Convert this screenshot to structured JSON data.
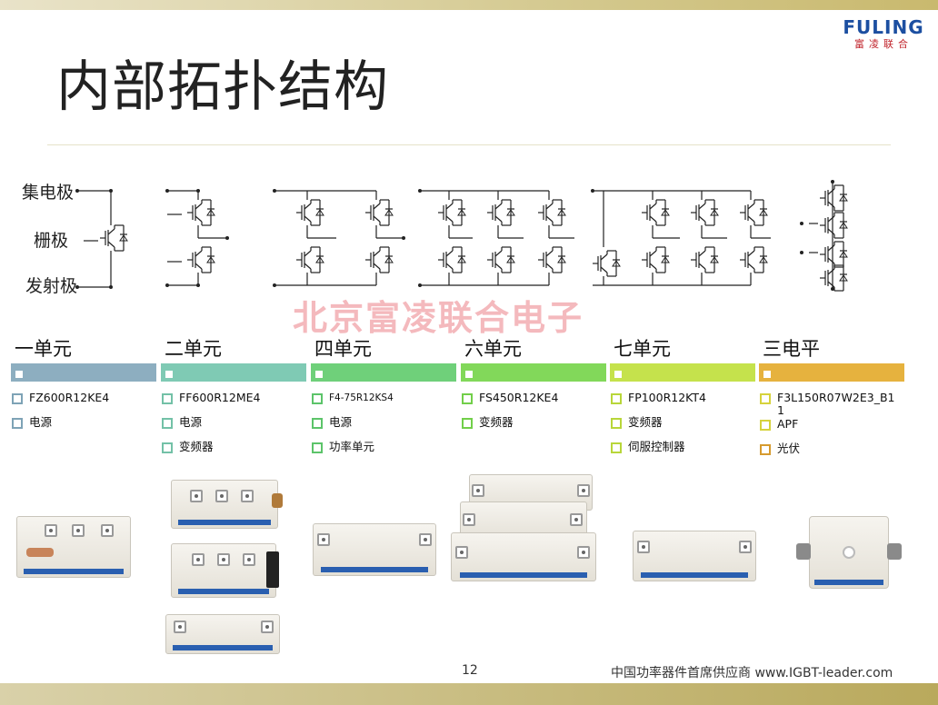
{
  "logo": {
    "main": "FULING",
    "sub": "富凌联合"
  },
  "page_title": "内部拓扑结构",
  "watermark": "北京富凌联合电子",
  "terminals": {
    "collector": "集电极",
    "gate": "栅极",
    "emitter": "发射极"
  },
  "columns": [
    {
      "title": "一单元",
      "color": "#8daec0",
      "items": [
        "FZ600R12KE4",
        "电源"
      ],
      "box_colors": [
        "#7ea3b6",
        "#7ea3b6"
      ]
    },
    {
      "title": "二单元",
      "color": "#7fcab4",
      "items": [
        "FF600R12ME4",
        "电源",
        "变频器"
      ],
      "box_colors": [
        "#73c1a7",
        "#73c1a7",
        "#73c1a7"
      ]
    },
    {
      "title": "四单元",
      "color": "#6fd07a",
      "items": [
        "F4-75R12KS4",
        "电源",
        "功率单元"
      ],
      "box_colors": [
        "#5cc46a",
        "#5cc46a",
        "#5cc46a"
      ]
    },
    {
      "title": "六单元",
      "color": "#82d85a",
      "items": [
        "FS450R12KE4",
        "变频器"
      ],
      "box_colors": [
        "#72cf4a",
        "#72cf4a"
      ]
    },
    {
      "title": "七单元",
      "color": "#c5e24c",
      "items": [
        "FP100R12KT4",
        "变频器",
        "伺服控制器"
      ],
      "box_colors": [
        "#b8d63a",
        "#b8d63a",
        "#b8d63a"
      ]
    },
    {
      "title": "三电平",
      "color": "#e6b23e",
      "items": [
        "F3L150R07W2E3_B11",
        "APF",
        "光伏"
      ],
      "box_colors": [
        "#d6d23c",
        "#d6d23c",
        "#d69a2e"
      ]
    }
  ],
  "page_number": "12",
  "footer": "中国功率器件首席供应商 www.IGBT-leader.com"
}
